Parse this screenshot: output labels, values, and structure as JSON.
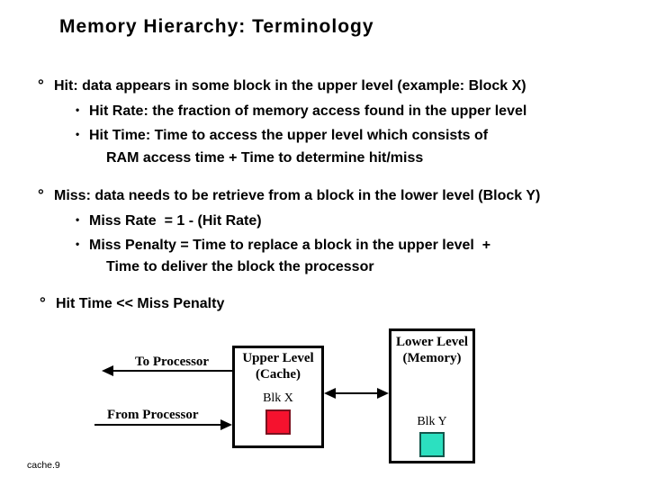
{
  "slide": {
    "title": "Memory Hierarchy: Terminology",
    "footer": "cache.9"
  },
  "bullets": {
    "level1": "°",
    "level2": "•"
  },
  "content": {
    "hit": {
      "l1": "Hit: data appears in some block in the upper level (example: Block X)",
      "l2": "Hit Rate: the fraction of memory access found in the upper level",
      "l3": "Hit Time: Time to access the upper level which consists of",
      "l4": "RAM access time + Time to determine hit/miss"
    },
    "miss": {
      "l1": "Miss: data needs to be retrieve from a block in the lower level (Block Y)",
      "l2": "Miss Rate  = 1 - (Hit Rate)",
      "l3": "Miss Penalty = Time to replace a block in the upper level  +",
      "l4": "Time to deliver the block the processor"
    },
    "summary": "Hit Time << Miss Penalty"
  },
  "diagram": {
    "to_processor_label": "To Processor",
    "from_processor_label": "From Processor",
    "upper_box": {
      "title_line1": "Upper Level",
      "title_line2": "(Cache)",
      "block_label": "Blk X",
      "block_color": "#F5122E"
    },
    "lower_box": {
      "title_line1": "Lower Level",
      "title_line2": "(Memory)",
      "block_label": "Blk Y",
      "block_color": "#2CE0C0"
    }
  }
}
